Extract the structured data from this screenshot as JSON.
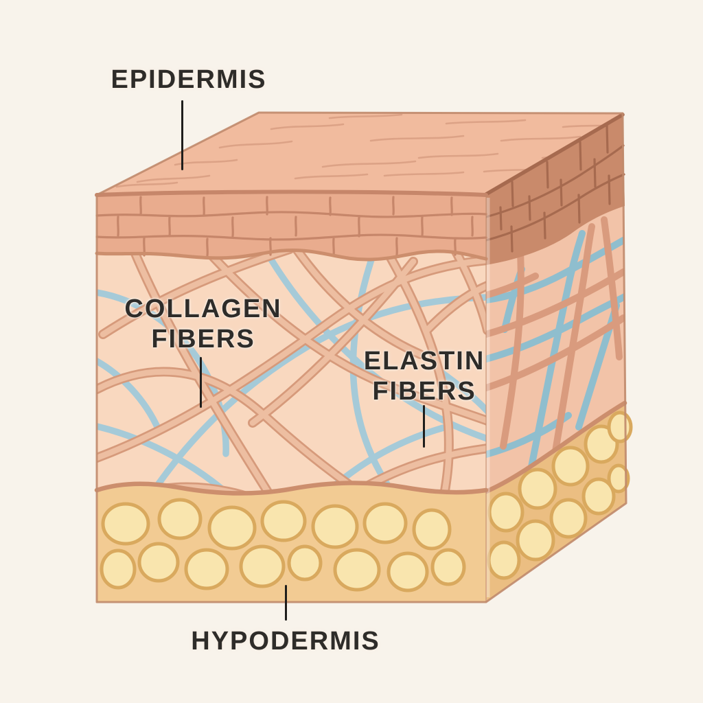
{
  "labels": {
    "epidermis": "EPIDERMIS",
    "collagen_line1": "COLLAGEN",
    "collagen_line2": "FIBERS",
    "elastin_line1": "ELASTIN",
    "elastin_line2": "FIBERS",
    "hypodermis": "HYPODERMIS"
  },
  "colors": {
    "background": "#F8F3EB",
    "label_ink": "#2E2C29",
    "pointer": "#1F1E1C",
    "top_face": "#F1BB9E",
    "top_wrinkle": "#D79C7F",
    "epi_front": "#E9AC8E",
    "epi_front_line": "#C6866A",
    "epi_right": "#C98A6B",
    "epi_right_line": "#A66A4F",
    "dermis_front": "#F9D8BF",
    "dermis_right": "#F2C3A8",
    "collagen_core": "#EDBEA1",
    "collagen_edge": "#D69A7B",
    "collagen_right": "#D99B7E",
    "elastin_front": "#A5CAD8",
    "elastin_right": "#8FBECE",
    "hypo_front": "#F2CB93",
    "hypo_right": "#EBBE82",
    "fat_fill": "#F9E5AE",
    "fat_stroke": "#D9A95E",
    "boundary": "#CC8E6D",
    "outline": "#C08A6C"
  }
}
